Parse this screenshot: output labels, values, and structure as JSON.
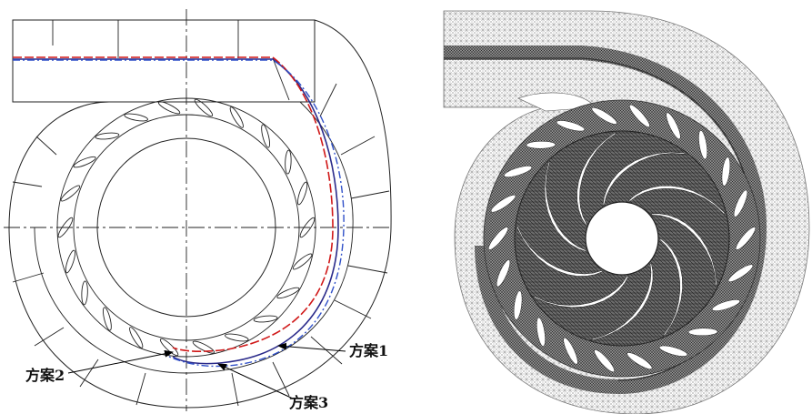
{
  "figure": {
    "left_panel": {
      "labels": {
        "scheme1": "方案1",
        "scheme2": "方案2",
        "scheme3": "方案3"
      },
      "curve_colors": {
        "scheme1": "#2a2a8a",
        "scheme2": "#d01818",
        "scheme3": "#3050c8"
      }
    },
    "right_panel": {
      "mesh_color": "#555555"
    }
  }
}
